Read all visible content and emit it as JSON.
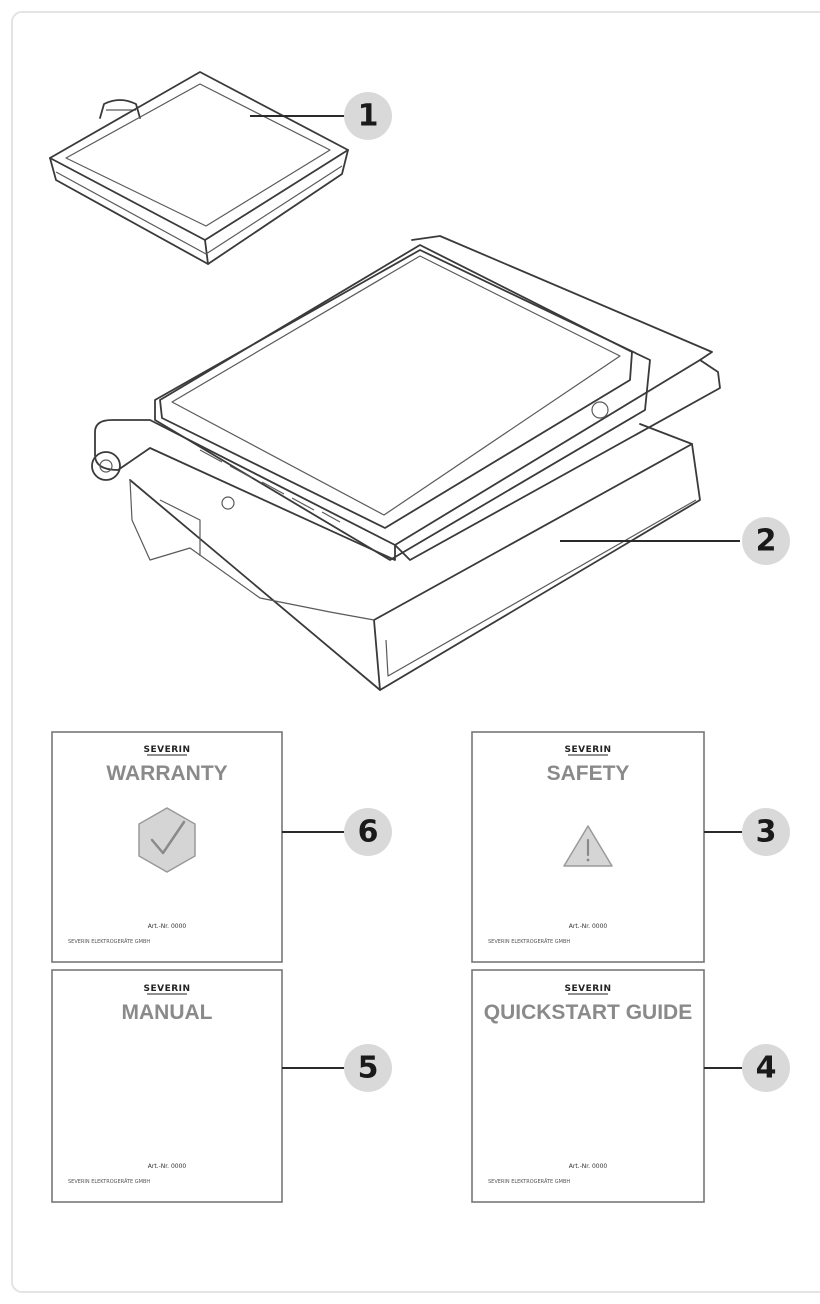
{
  "callouts": [
    {
      "number": "1"
    },
    {
      "number": "2"
    },
    {
      "number": "3"
    },
    {
      "number": "4"
    },
    {
      "number": "5"
    },
    {
      "number": "6"
    }
  ],
  "documents": {
    "warranty": {
      "brand": "SEVERIN",
      "title": "WARRANTY",
      "art_no": "Art.-Nr. 0000",
      "footer": "SEVERIN ELEKTROGERÄTE GMBH"
    },
    "safety": {
      "brand": "SEVERIN",
      "title": "SAFETY",
      "art_no": "Art.-Nr. 0000",
      "footer": "SEVERIN ELEKTROGERÄTE GMBH"
    },
    "manual": {
      "brand": "SEVERIN",
      "title": "MANUAL",
      "art_no": "Art.-Nr. 0000",
      "footer": "SEVERIN ELEKTROGERÄTE GMBH"
    },
    "quickstart": {
      "brand": "SEVERIN",
      "title": "QUICKSTART GUIDE",
      "art_no": "Art.-Nr. 0000",
      "footer": "SEVERIN ELEKTROGERÄTE GMBH"
    }
  },
  "icons": {
    "warranty": "hexagon-checkmark-icon",
    "safety": "warning-triangle-icon"
  },
  "colors": {
    "callout_fill": "#d9d9d9",
    "doc_title": "#8a8a8a",
    "line": "#3a3a3a"
  }
}
